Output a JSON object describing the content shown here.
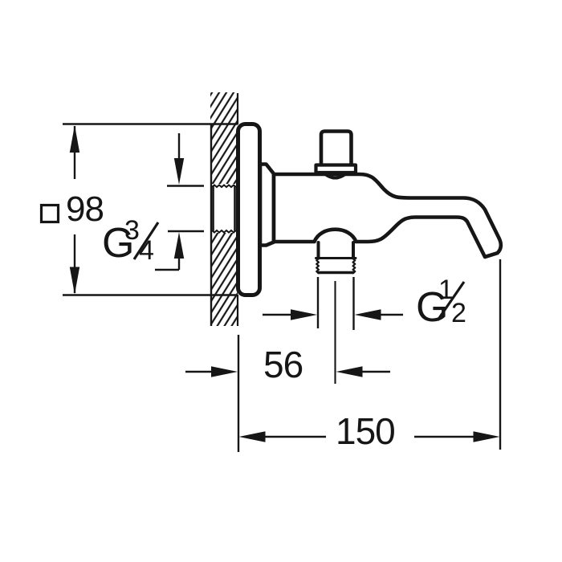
{
  "canvas": {
    "background": "#ffffff",
    "ink": "#161616"
  },
  "drawing": {
    "type": "technical-dimension-diagram",
    "subject": "wall-mounted bath mixer spout with top diverter, side view with wall section",
    "labels": {
      "plate_size": {
        "section_symbol": "□",
        "value": "98"
      },
      "wall_thread": {
        "prefix": "G",
        "numerator": "3",
        "denominator": "4"
      },
      "outlet_thread": {
        "prefix": "G",
        "numerator": "1",
        "denominator": "2"
      },
      "wall_to_outlet_center": {
        "value": "56"
      },
      "wall_to_spout_tip": {
        "value": "150"
      }
    }
  }
}
